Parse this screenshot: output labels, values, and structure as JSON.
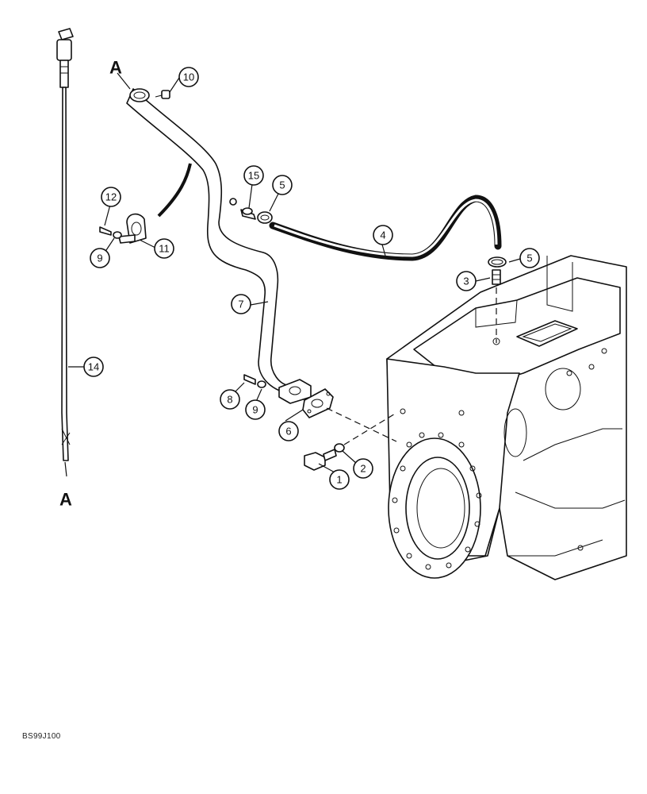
{
  "diagram": {
    "reference_code": "BS99J100",
    "section_markers": {
      "top": "A",
      "bottom": "A"
    },
    "callouts": [
      "1",
      "2",
      "3",
      "4",
      "5",
      "5",
      "6",
      "7",
      "8",
      "9",
      "9",
      "10",
      "11",
      "12",
      "14",
      "15"
    ]
  },
  "icons": [
    "dipstick",
    "dipstick-tube",
    "hydraulic-hose",
    "clamp",
    "flange-gasket",
    "bolt",
    "washer",
    "fitting",
    "transmission-housing"
  ]
}
